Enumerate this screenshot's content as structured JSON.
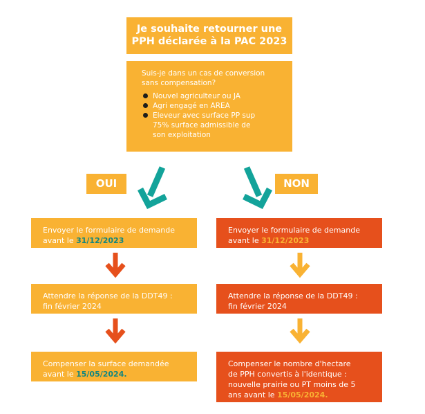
{
  "title": {
    "line1": "Je souhaite retourner une",
    "line2": "PPH déclarée à la PAC 2023"
  },
  "question": {
    "line1": "Suis-je dans un cas de conversion",
    "line2": "sans compensation?",
    "items": [
      {
        "line1": "Nouvel agriculteur ou JA"
      },
      {
        "line1": "Agri engagé en AREA"
      },
      {
        "line1": "Eleveur avec surface PP sup",
        "line2": "75% surface admissible de",
        "line3": "son exploitation"
      }
    ]
  },
  "branches": {
    "yes_label": "OUI",
    "no_label": "NON"
  },
  "left_steps": {
    "step1": {
      "line1": "Envoyer le formulaire de demande",
      "line2_prefix": "avant le ",
      "date": "31/12/2023"
    },
    "step2": {
      "line1": "Attendre la réponse de la DDT49 :",
      "line2": "fin février 2024"
    },
    "step3": {
      "line1": "Compenser la surface demandée",
      "line2_prefix": "avant le ",
      "date": "15/05/2024."
    }
  },
  "right_steps": {
    "step1": {
      "line1": "Envoyer le formulaire de demande",
      "line2_prefix": "avant le ",
      "date": "31/12/2023"
    },
    "step2": {
      "line1": "Attendre la réponse de la DDT49 :",
      "line2": "fin février 2024"
    },
    "step3": {
      "line1": "Compenser le nombre d'hectare",
      "line2": "de PPH convertis à l'identique :",
      "line3": "nouvelle prairie ou PT moins de 5",
      "line4_prefix": "ans avant le ",
      "date": "15/05/2024."
    }
  },
  "colors": {
    "yellow": "#f9b233",
    "red": "#e6501c",
    "teal": "#13a39a",
    "teal_text": "#13867f"
  }
}
